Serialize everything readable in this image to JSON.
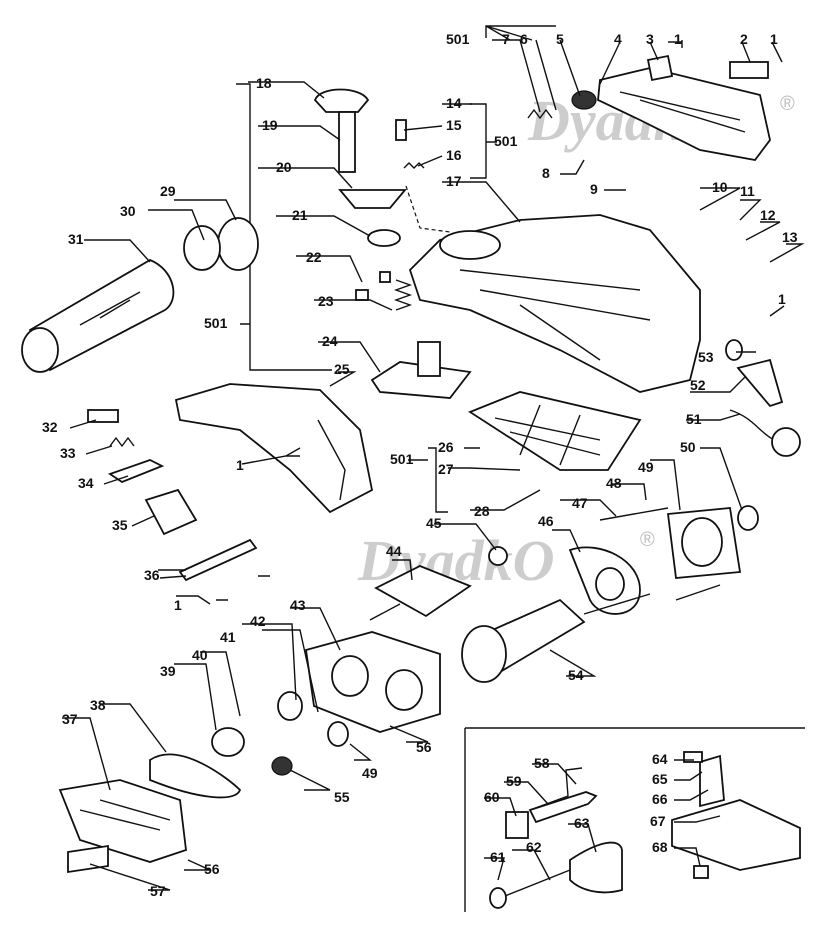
{
  "watermark": {
    "text": "DyadkO",
    "mark": "®"
  },
  "labels": {
    "p501a": "501",
    "p7": "7",
    "p6": "6",
    "p5": "5",
    "p4": "4",
    "p3": "3",
    "p1a": "1",
    "p2": "2",
    "p1b": "1",
    "p18": "18",
    "p14": "14",
    "p15": "15",
    "p501b": "501",
    "p16": "16",
    "p17": "17",
    "p19": "19",
    "p8": "8",
    "p9": "9",
    "p10": "10",
    "p11": "11",
    "p12": "12",
    "p13": "13",
    "p20": "20",
    "p29": "29",
    "p30": "30",
    "p31": "31",
    "p21": "21",
    "p22": "22",
    "p501c": "501",
    "p23": "23",
    "p24": "24",
    "p25": "25",
    "p1c": "1",
    "p53": "53",
    "p52": "52",
    "p51": "51",
    "p32": "32",
    "p33": "33",
    "p34": "34",
    "p1d": "1",
    "p26": "26",
    "p501d": "501",
    "p27": "27",
    "p50": "50",
    "p49a": "49",
    "p48": "48",
    "p47": "47",
    "p28": "28",
    "p35": "35",
    "p45": "45",
    "p46": "46",
    "p36": "36",
    "p44": "44",
    "p1e": "1",
    "p43": "43",
    "p42": "42",
    "p41": "41",
    "p40": "40",
    "p39": "39",
    "p54": "54",
    "p38": "38",
    "p37": "37",
    "p56a": "56",
    "p49b": "49",
    "p55": "55",
    "p56b": "56",
    "p57": "57",
    "p64": "64",
    "p58": "58",
    "p65": "65",
    "p59": "59",
    "p66": "66",
    "p60": "60",
    "p63": "63",
    "p67": "67",
    "p61": "61",
    "p62": "62",
    "p68": "68"
  }
}
